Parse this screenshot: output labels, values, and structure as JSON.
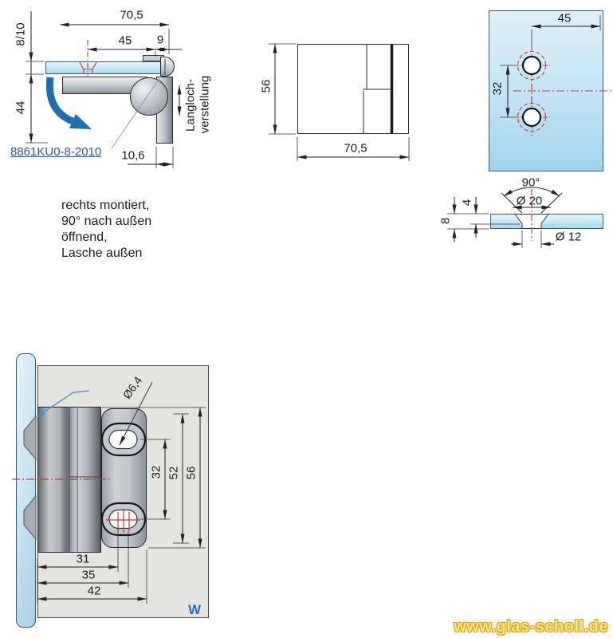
{
  "product": {
    "code": "8861KU0-8-2010"
  },
  "side_view": {
    "dim_overall_width": "70,5",
    "dim_hole_offset": "45",
    "dim_edge": "9",
    "dim_glass_thickness": "8/10",
    "dim_height_below": "44",
    "dim_arm_width": "10,6",
    "slot_adjust_line1": "Langloch-",
    "slot_adjust_line2": "verstellung"
  },
  "front_view": {
    "dim_height": "56",
    "dim_width": "70,5"
  },
  "glass_plate_view": {
    "dim_hole_to_edge": "45",
    "dim_hole_spacing": "32"
  },
  "section_view": {
    "countersink_angle": "90°",
    "countersink_dia": "Ø 20",
    "countersink_depth": "4",
    "glass_thickness": "8",
    "hole_dia": "Ø 12"
  },
  "notes": {
    "line1": "rechts montiert,",
    "line2": "90° nach außen",
    "line3": "öffnend,",
    "line4": "Lasche außen"
  },
  "mount_view": {
    "slot_dia": "Ø6,4",
    "dim_slot_spacing": "32",
    "dim_52": "52",
    "dim_56": "56",
    "dim_31": "31",
    "dim_35": "35",
    "dim_42": "42",
    "wall_marker": "W"
  },
  "watermark": {
    "url_text": "www.glas-scholl.de"
  },
  "colors": {
    "glass_blue": "#bfe0f2",
    "steel_gray": "#b6bbc0",
    "centerline_red": "#c23b3b",
    "arrow_blue": "#1d6fad",
    "link_blue": "#2b55a3",
    "watermark_yellow": "#f2ee7c",
    "watermark_orange": "#e79b2a",
    "wall_marker_blue": "#2e6bc4"
  }
}
